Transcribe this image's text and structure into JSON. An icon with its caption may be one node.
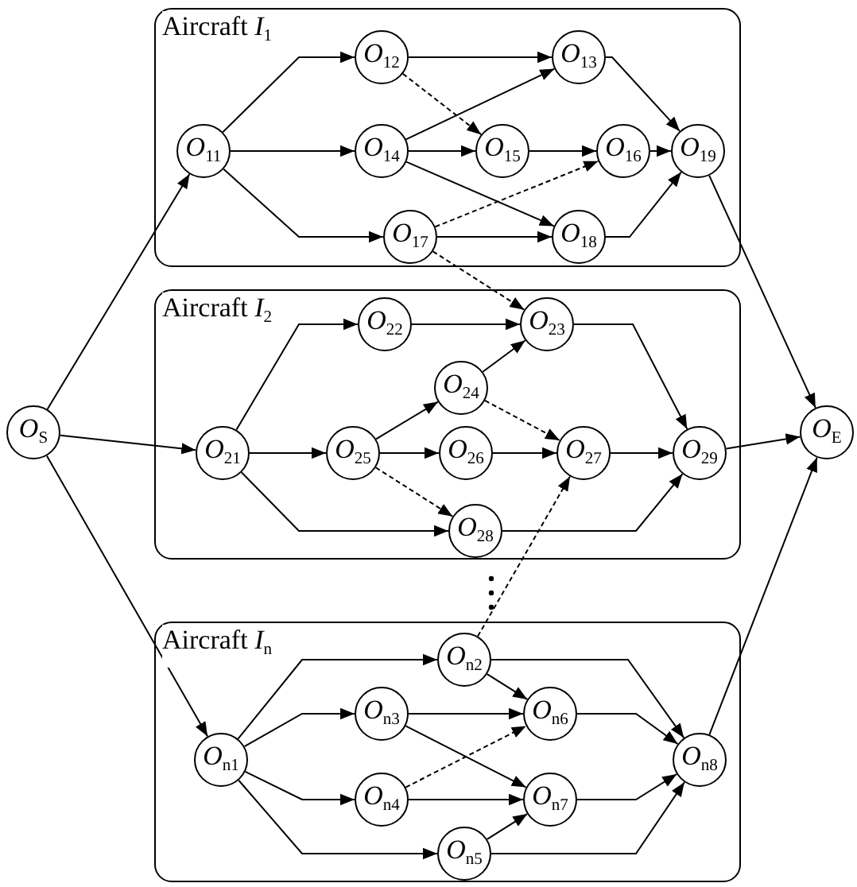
{
  "diagram": {
    "nodes": [
      {
        "text": [
          "*O*$_{S}$"
        ]
      },
      {
        "text": [
          "Aircraft *I*$_{1}$"
        ]
      },
      {
        "text": [
          "*O*$_{11}$"
        ],
        "in": 1
      },
      {
        "text": [
          "*O*$_{12}$"
        ],
        "in": 1
      },
      {
        "text": [
          "*O*$_{13}$"
        ],
        "in": 1
      },
      {
        "text": [
          "*O*$_{14}$"
        ],
        "in": 1
      },
      {
        "text": [
          "*O*$_{15}$"
        ],
        "in": 1
      },
      {
        "text": [
          "*O*$_{16}$"
        ],
        "in": 1
      },
      {
        "text": [
          "*O*$_{17}$"
        ],
        "in": 1
      },
      {
        "text": [
          "*O*$_{18}$"
        ],
        "in": 1
      },
      {
        "text": [
          "*O*$_{19}$"
        ],
        "in": 1
      },
      {
        "text": [
          "Aircraft *I*$_{2}$"
        ]
      },
      {
        "text": [
          "*O*$_{21}$"
        ],
        "in": 11
      },
      {
        "text": [
          "*O*$_{22}$"
        ],
        "in": 11
      },
      {
        "text": [
          "*O*$_{23}$"
        ],
        "in": 11
      },
      {
        "text": [
          "*O*$_{24}$"
        ],
        "in": 11
      },
      {
        "text": [
          "*O*$_{25}$"
        ],
        "in": 11
      },
      {
        "text": [
          "*O*$_{26}$"
        ],
        "in": 11
      },
      {
        "text": [
          "*O*$_{27}$"
        ],
        "in": 11
      },
      {
        "text": [
          "*O*$_{28}$"
        ],
        "in": 11
      },
      {
        "text": [
          "*O*$_{29}$"
        ],
        "in": 11
      },
      {
        "text": [
          "Aircraft *I*$_{n}$"
        ]
      },
      {
        "text": [
          "*O*$_{n1}$"
        ],
        "in": 21
      },
      {
        "text": [
          "*O*$_{n2}$"
        ],
        "in": 21
      },
      {
        "text": [
          "*O*$_{n3}$"
        ],
        "in": 21
      },
      {
        "text": [
          "*O*$_{n4}$"
        ],
        "in": 21
      },
      {
        "text": [
          "*O*$_{n5}$"
        ],
        "in": 21
      },
      {
        "text": [
          "*O*$_{n6}$"
        ],
        "in": 21
      },
      {
        "text": [
          "*O*$_{n7}$"
        ],
        "in": 21
      },
      {
        "text": [
          "*O*$_{n8}$"
        ],
        "in": 21
      },
      {
        "text": [
          "*O*$_{E}$"
        ]
      }
    ],
    "edges": [
      {
        "from": 0,
        "to": 2,
        "arrow": "to"
      },
      {
        "from": 0,
        "to": 12,
        "arrow": "to"
      },
      {
        "from": 0,
        "to": 22,
        "arrow": "to"
      },
      {
        "from": 2,
        "to": 3,
        "arrow": "to"
      },
      {
        "from": 2,
        "to": 5,
        "arrow": "to"
      },
      {
        "from": 2,
        "to": 8,
        "arrow": "to"
      },
      {
        "from": 3,
        "to": 4,
        "arrow": "to"
      },
      {
        "from": 3,
        "to": 6,
        "arrow": "to",
        "style": "dashed"
      },
      {
        "from": 5,
        "to": 4,
        "arrow": "to"
      },
      {
        "from": 5,
        "to": 6,
        "arrow": "to"
      },
      {
        "from": 5,
        "to": 9,
        "arrow": "to"
      },
      {
        "from": 8,
        "to": 9,
        "arrow": "to"
      },
      {
        "from": 8,
        "to": 7,
        "arrow": "to",
        "style": "dashed"
      },
      {
        "from": 8,
        "to": 14,
        "arrow": "to",
        "style": "dashed"
      },
      {
        "from": 4,
        "to": 10,
        "arrow": "to"
      },
      {
        "from": 6,
        "to": 7,
        "arrow": "to"
      },
      {
        "from": 7,
        "to": 10,
        "arrow": "to"
      },
      {
        "from": 9,
        "to": 10,
        "arrow": "to"
      },
      {
        "from": 10,
        "to": 30,
        "arrow": "to"
      },
      {
        "from": 12,
        "to": 13,
        "arrow": "to"
      },
      {
        "from": 12,
        "to": 16,
        "arrow": "to"
      },
      {
        "from": 12,
        "to": 19,
        "arrow": "to"
      },
      {
        "from": 13,
        "to": 14,
        "arrow": "to"
      },
      {
        "from": 16,
        "to": 15,
        "arrow": "to"
      },
      {
        "from": 16,
        "to": 17,
        "arrow": "to"
      },
      {
        "from": 16,
        "to": 19,
        "arrow": "to",
        "style": "dashed"
      },
      {
        "from": 15,
        "to": 14,
        "arrow": "to"
      },
      {
        "from": 15,
        "to": 18,
        "arrow": "to",
        "style": "dashed"
      },
      {
        "from": 17,
        "to": 18,
        "arrow": "to"
      },
      {
        "from": 14,
        "to": 20,
        "arrow": "to"
      },
      {
        "from": 18,
        "to": 20,
        "arrow": "to"
      },
      {
        "from": 19,
        "to": 20,
        "arrow": "to"
      },
      {
        "from": 20,
        "to": 30,
        "arrow": "to"
      },
      {
        "from": 22,
        "to": 23,
        "arrow": "to"
      },
      {
        "from": 22,
        "to": 24,
        "arrow": "to"
      },
      {
        "from": 22,
        "to": 25,
        "arrow": "to"
      },
      {
        "from": 22,
        "to": 26,
        "arrow": "to"
      },
      {
        "from": 23,
        "to": 27,
        "arrow": "to"
      },
      {
        "from": 23,
        "to": 29,
        "arrow": "to"
      },
      {
        "from": 23,
        "to": 18,
        "arrow": "to",
        "style": "dashed"
      },
      {
        "from": 24,
        "to": 27,
        "arrow": "to"
      },
      {
        "from": 24,
        "to": 28,
        "arrow": "to"
      },
      {
        "from": 25,
        "to": 27,
        "arrow": "to",
        "style": "dashed"
      },
      {
        "from": 25,
        "to": 28,
        "arrow": "to"
      },
      {
        "from": 26,
        "to": 28,
        "arrow": "to"
      },
      {
        "from": 26,
        "to": 29,
        "arrow": "to"
      },
      {
        "from": 27,
        "to": 29,
        "arrow": "to"
      },
      {
        "from": 28,
        "to": 29,
        "arrow": "to"
      },
      {
        "from": 29,
        "to": 30,
        "arrow": "to"
      }
    ]
  }
}
